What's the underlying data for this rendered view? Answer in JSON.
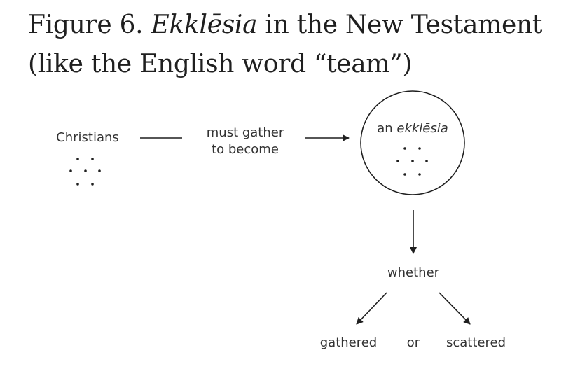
{
  "title": {
    "prefix": "Figure 6. ",
    "term": "Ekklēsia",
    "rest_line1": " in the New Testament",
    "line2": "(like the English word “team”)"
  },
  "diagram": {
    "christians_label": "Christians",
    "connector_line1": "must gather",
    "connector_line2": "to become",
    "circle_label_prefix": "an ",
    "circle_label_term": "ekklēsia",
    "whether_label": "whether",
    "gathered_label": "gathered",
    "or_label": "or",
    "scattered_label": "scattered"
  },
  "colors": {
    "ink": "#1f1f1f",
    "label_text": "#333333",
    "background": "#ffffff"
  }
}
